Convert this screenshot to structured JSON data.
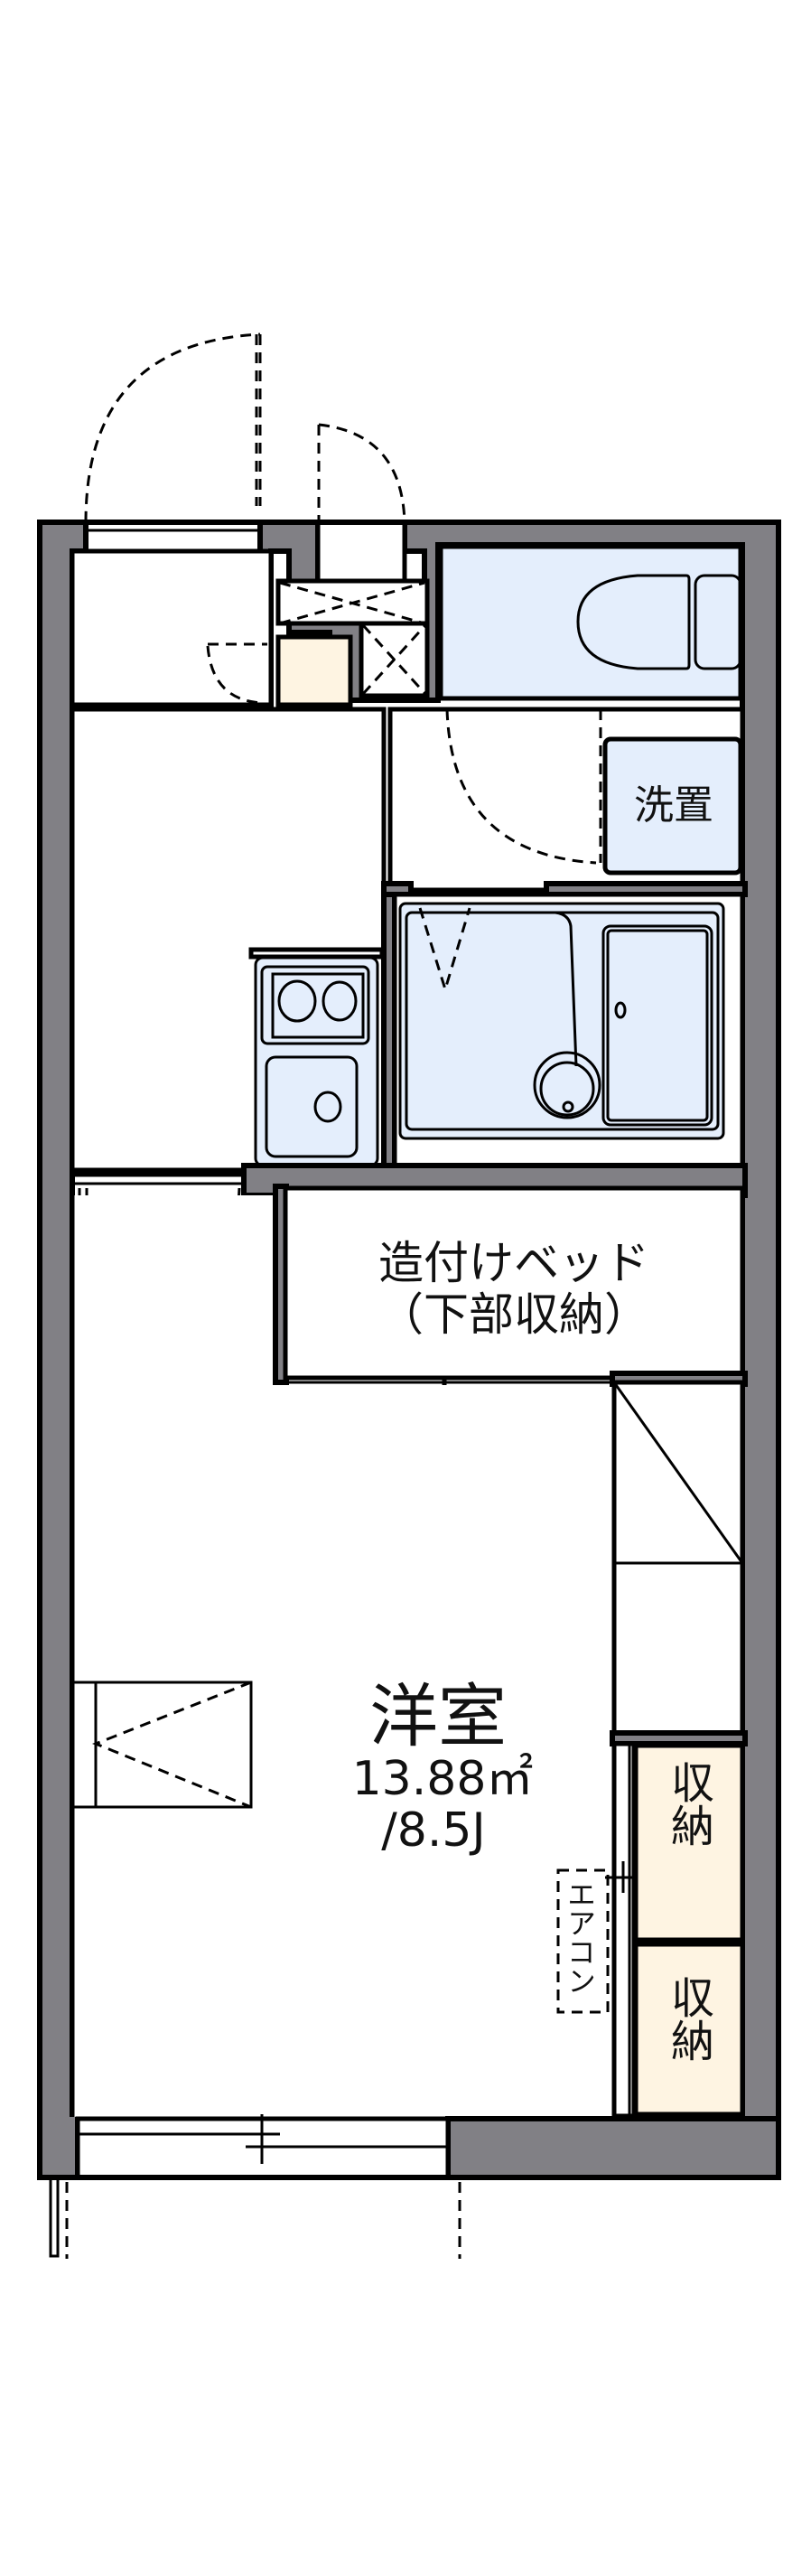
{
  "floorplan": {
    "colors": {
      "wall": "#818085",
      "wet_area": "#e4eefc",
      "storage": "#fef4e2",
      "background": "#ffffff",
      "line": "#000000"
    },
    "rooms": {
      "main_room": {
        "name": "洋室",
        "area": "13.88㎡",
        "size_jo": "/8.5J"
      },
      "built_in_bed": {
        "line1": "造付けベッド",
        "line2": "（下部収納）"
      },
      "washer_space": {
        "label": "洗置"
      },
      "storage_1": {
        "label": "収納"
      },
      "storage_2": {
        "label": "収納"
      },
      "air_conditioner": {
        "label": "エアコン"
      }
    },
    "fixtures": [
      "toilet",
      "bathtub",
      "wash-basin",
      "two-burner-stove",
      "kitchen-sink",
      "shoe-cabinet",
      "sliding-window",
      "entrance-door"
    ]
  }
}
